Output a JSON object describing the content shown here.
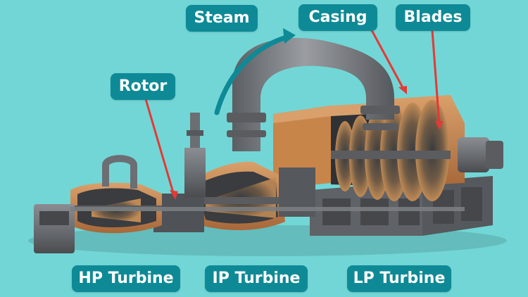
{
  "labels": {
    "steam": "Steam",
    "casing": "Casing",
    "blades": "Blades",
    "rotor": "Rotor",
    "hp_turbine": "HP Turbine",
    "ip_turbine": "IP Turbine",
    "lp_turbine": "LP Turbine"
  },
  "colors": {
    "background": "#72d6d6",
    "label_bg": "#0e8a96",
    "label_text": "#ffffff",
    "pointer": "#e53935",
    "steam_arrow": "#0e8a96",
    "casing_copper": "#c8854a",
    "metal": "#6b6e72"
  }
}
